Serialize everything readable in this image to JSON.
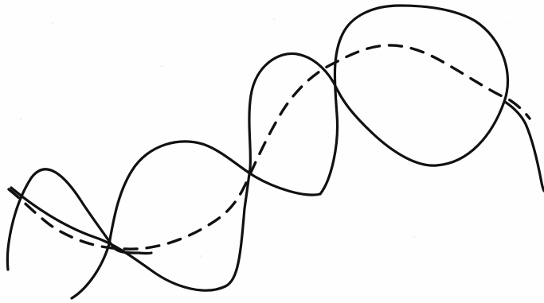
{
  "drawing": {
    "description_visible_text": "",
    "style": {
      "ink_color": "#111111",
      "paper_color": "#fefefe",
      "speck_color": "#7a7a7a"
    },
    "elements": [
      {
        "name": "wave-curve-a",
        "kind": "solid-line"
      },
      {
        "name": "wave-curve-b",
        "kind": "solid-line"
      },
      {
        "name": "center-axis",
        "kind": "dashed-line"
      }
    ]
  }
}
